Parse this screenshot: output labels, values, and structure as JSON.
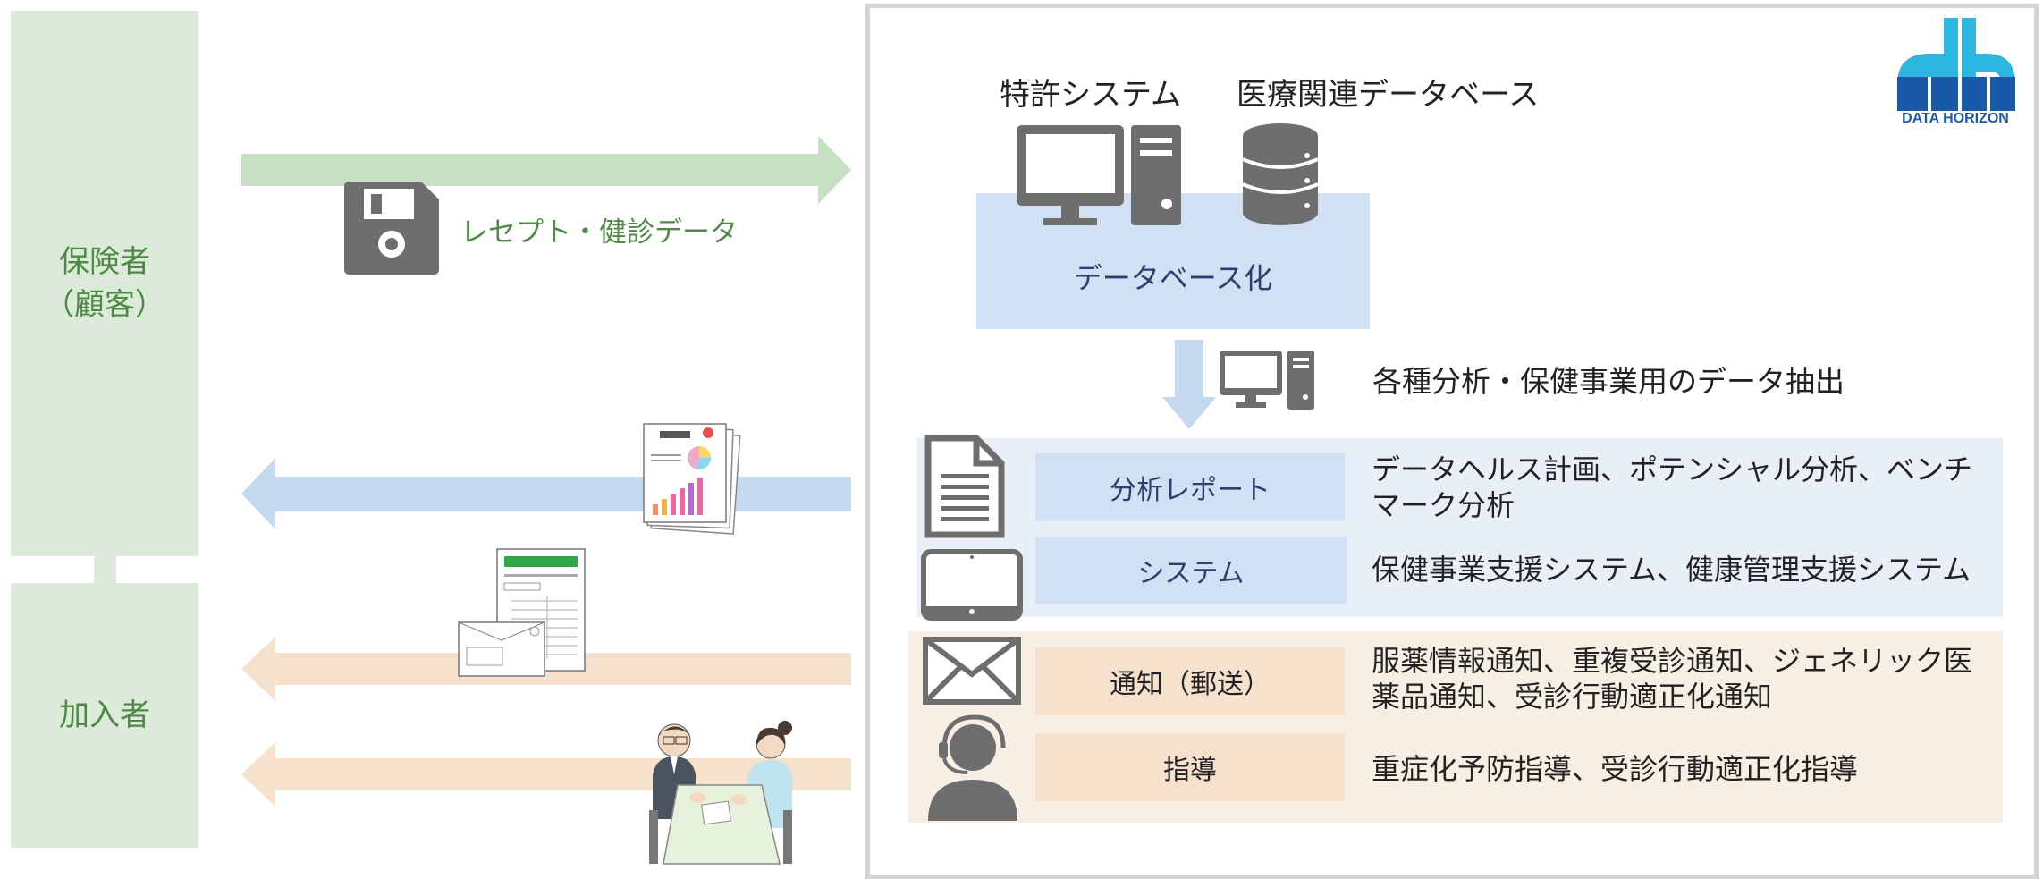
{
  "actors": {
    "insurer_line1": "保険者",
    "insurer_line2": "（顧客）",
    "member": "加入者"
  },
  "incoming": {
    "label": "レセプト・健診データ"
  },
  "processing": {
    "patent_system": "特許システム",
    "medical_db": "医療関連データベース",
    "databasing": "データベース化",
    "extraction": "各種分析・保健事業用のデータ抽出"
  },
  "outputs": [
    {
      "label": "分析レポート",
      "description": "データヘルス計画、ポテンシャル分析、ベンチマーク分析"
    },
    {
      "label": "システム",
      "description": "保健事業支援システム、健康管理支援システム"
    },
    {
      "label": "通知（郵送）",
      "description": "服薬情報通知、重複受診通知、ジェネリック医薬品通知、受診行動適正化通知"
    },
    {
      "label": "指導",
      "description": "重症化予防指導、受診行動適正化指導"
    }
  ],
  "logo": {
    "text": "DATA HORIZON",
    "mark": "dh"
  },
  "colors": {
    "green_arrow": "#c7e0c3",
    "blue_arrow": "#c4d8f0",
    "peach_arrow": "#f6e1cc",
    "actor_bg": "#dcebd9",
    "actor_text": "#4e8a46",
    "db_band": "#d1e1f3",
    "blue_panel": "#e8eff9",
    "orange_panel": "#f8efe4",
    "pill_blue": "#d1e1f3",
    "pill_orange": "#f6e1cc",
    "icon_gray": "#6e6e6e",
    "logo_blue": "#1a59a8",
    "logo_cyan": "#2cb6e0"
  },
  "icons": [
    "floppy-disk-icon",
    "desktop-computer-icon",
    "database-icon",
    "document-icon",
    "tablet-icon",
    "envelope-icon",
    "headset-person-icon",
    "report-paper-icon",
    "letter-envelope-icon",
    "consultation-people-icon"
  ]
}
